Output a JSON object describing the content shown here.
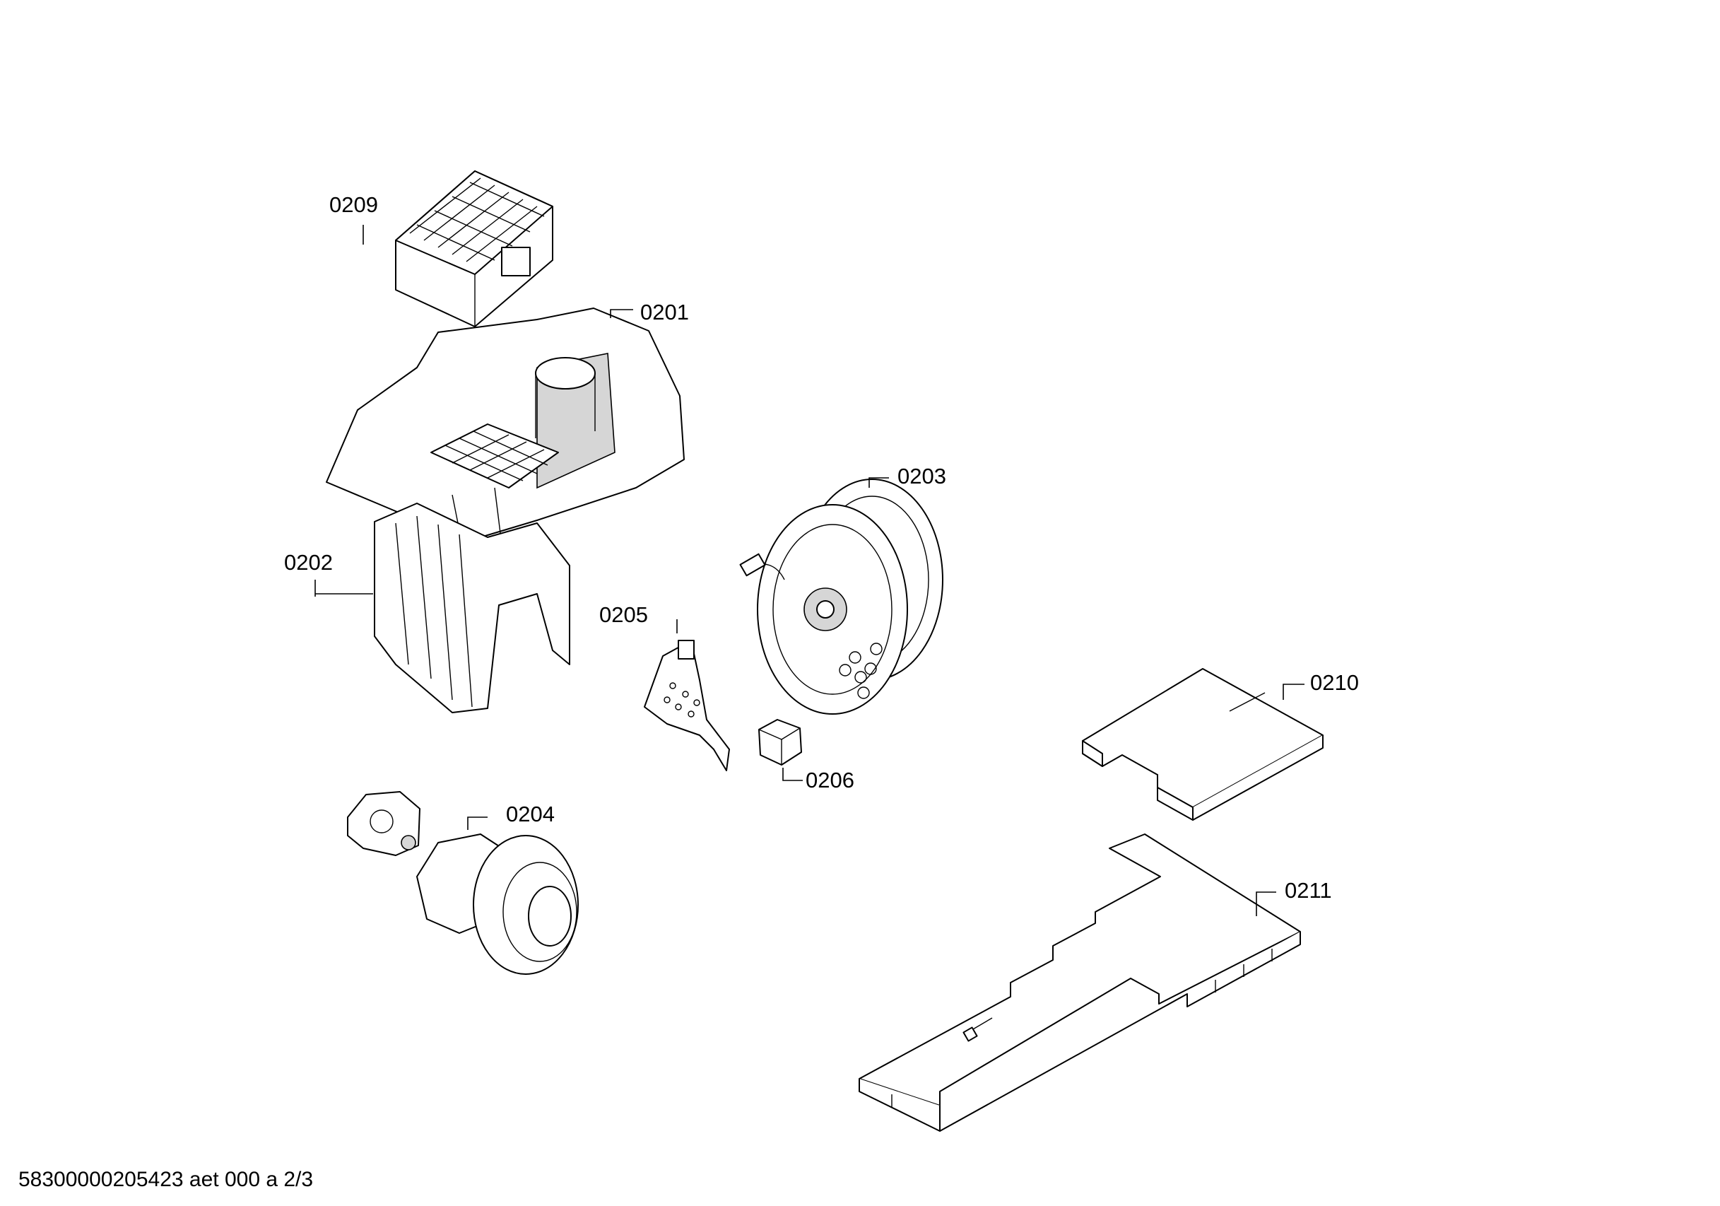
{
  "diagram": {
    "part_labels": {
      "p0209": "0209",
      "p0201": "0201",
      "p0202": "0202",
      "p0203": "0203",
      "p0205": "0205",
      "p0206": "0206",
      "p0204": "0204",
      "p0210": "0210",
      "p0211": "0211"
    },
    "footer_code": "58300000205423 aet 000 a 2/3"
  }
}
